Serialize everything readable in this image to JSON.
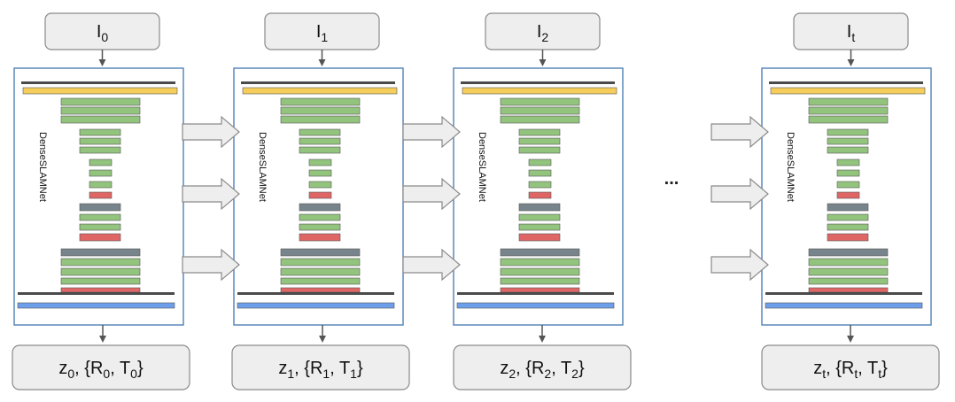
{
  "frames": [
    {
      "input": {
        "main": "I",
        "sub": "0"
      },
      "output": {
        "z": "z",
        "z_sub": "0",
        "R": "R",
        "R_sub": "0",
        "T": "T",
        "T_sub": "0"
      },
      "net_label": "DenseSLAMNet"
    },
    {
      "input": {
        "main": "I",
        "sub": "1"
      },
      "output": {
        "z": "z",
        "z_sub": "1",
        "R": "R",
        "R_sub": "1",
        "T": "T",
        "T_sub": "1"
      },
      "net_label": "DenseSLAMNet"
    },
    {
      "input": {
        "main": "I",
        "sub": "2"
      },
      "output": {
        "z": "z",
        "z_sub": "2",
        "R": "R",
        "R_sub": "2",
        "T": "T",
        "T_sub": "2"
      },
      "net_label": "DenseSLAMNet"
    },
    {
      "input": {
        "main": "I",
        "sub": "t"
      },
      "output": {
        "z": "z",
        "z_sub": "t",
        "R": "R",
        "R_sub": "t",
        "T": "T",
        "T_sub": "t"
      },
      "net_label": "DenseSLAMNet"
    }
  ],
  "ellipsis": "...",
  "colors": {
    "yellow": "#f5cd5a",
    "green": "#93c47d",
    "red": "#e06666",
    "slate": "#78848c",
    "blue": "#6d9eeb",
    "dark": "#4a4a4a",
    "frame": "#4f81b5",
    "box_fill": "#eeeeee"
  },
  "layer_stack": [
    {
      "color": "dark"
    },
    {
      "color": "yellow"
    },
    {
      "color": "green"
    },
    {
      "color": "green"
    },
    {
      "color": "green"
    },
    {
      "color": "green"
    },
    {
      "color": "green"
    },
    {
      "color": "green"
    },
    {
      "color": "green"
    },
    {
      "color": "green"
    },
    {
      "color": "green"
    },
    {
      "color": "red"
    },
    {
      "color": "slate"
    },
    {
      "color": "green"
    },
    {
      "color": "green"
    },
    {
      "color": "red"
    },
    {
      "color": "slate"
    },
    {
      "color": "green"
    },
    {
      "color": "green"
    },
    {
      "color": "green"
    },
    {
      "color": "red"
    },
    {
      "color": "dark"
    },
    {
      "color": "blue"
    }
  ]
}
